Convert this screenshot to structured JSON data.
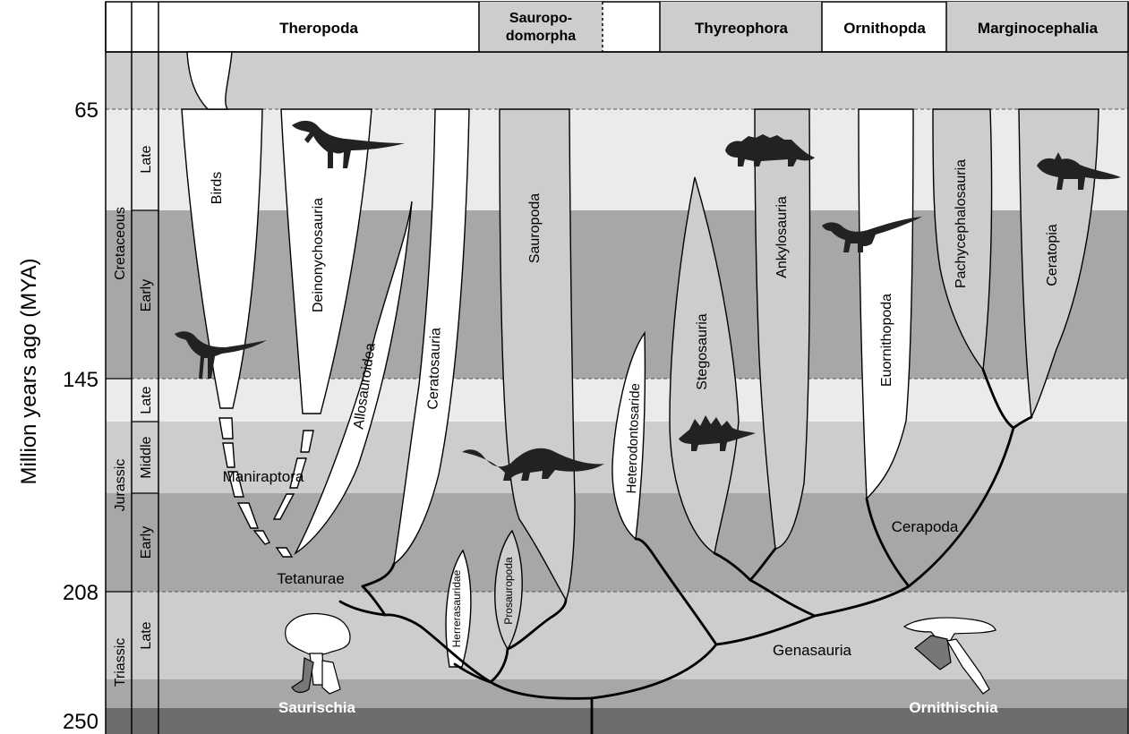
{
  "y_axis": {
    "label": "Million years ago (MYA)",
    "ticks": [
      "65",
      "145",
      "208",
      "250"
    ]
  },
  "periods": [
    "Cretaceous",
    "Jurassic",
    "Triassic"
  ],
  "epochs": {
    "cretaceous_late": "Late",
    "cretaceous_early": "Early",
    "jurassic_late": "Late",
    "jurassic_middle": "Middle",
    "jurassic_early": "Early",
    "triassic_late": "Late"
  },
  "header_groups": [
    "Theropoda",
    "Sauropo-\ndomorpha",
    "Thyreophora",
    "Ornithopda",
    "Marginocephalia"
  ],
  "clades": {
    "birds": "Birds",
    "deinonychosauria": "Deinonychosauria",
    "allosauroidea": "Allosauroidea",
    "ceratosauria": "Ceratosauria",
    "sauropoda": "Sauropoda",
    "heterodontosaride": "Heterodontosaride",
    "stegosauria": "Stegosauria",
    "ankylosauria": "Ankylosauria",
    "euornithopoda": "Euornithopoda",
    "pachycephalosauria": "Pachycephalosauria",
    "ceratopia": "Ceratopia",
    "herrerasauridae": "Herrerasauridae",
    "prosauropoda": "Prosauropoda"
  },
  "nodes": {
    "maniraptora": "Maniraptora",
    "tetanurae": "Tetanurae",
    "cerapoda": "Cerapoda",
    "genasauria": "Genasauria",
    "saurischia": "Saurischia",
    "ornithischia": "Ornithischia"
  },
  "colors": {
    "band_tertiary": "#cdcdcf",
    "band_cret_late": "#ebebec",
    "band_cret_early": "#a7a7a9",
    "band_jur_late": "#ebebec",
    "band_jur_middle": "#cdcdcf",
    "band_jur_early": "#a7a7a9",
    "band_triassic": "#cdcdcf",
    "band_triassic_low": "#a7a7a9",
    "band_base": "#6d6d6f",
    "lineage_gray": "#cdcdcf",
    "lineage_white": "#ffffff"
  }
}
